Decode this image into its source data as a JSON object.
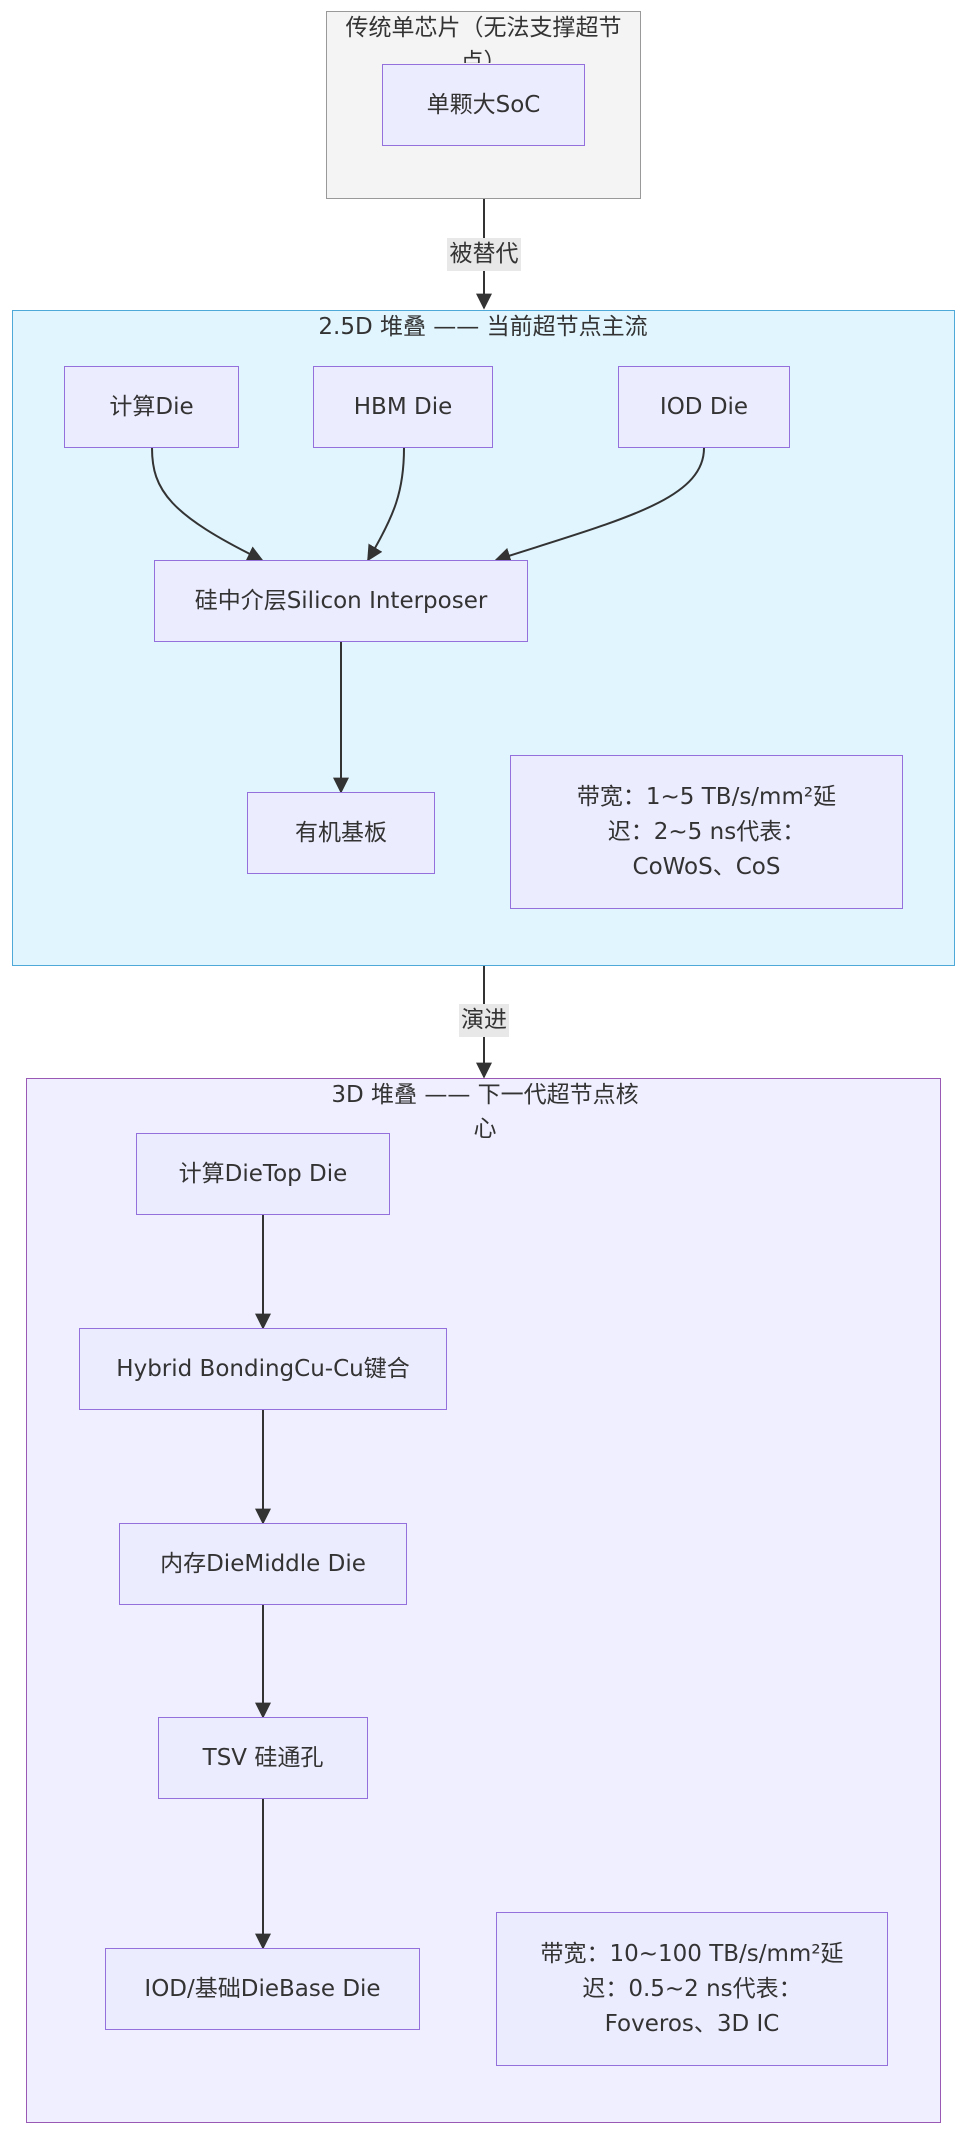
{
  "clusters": {
    "traditional": {
      "title": "传统单芯片（无法支撑超节点）",
      "fill": "#f4f4f4",
      "stroke": "#999999"
    },
    "stack25d": {
      "title": "2.5D 堆叠 —— 当前超节点主流",
      "fill": "#e1f5fe",
      "stroke": "#4ea8d8"
    },
    "stack3d": {
      "title": "3D 堆叠 —— 下一代超节点核心",
      "fill": "#efefff",
      "stroke": "#9b59b6"
    }
  },
  "nodes": {
    "soc": "单颗大SoC",
    "compute_die": "计算Die",
    "hbm_die": "HBM Die",
    "iod_die": "IOD Die",
    "interposer": "硅中介层Silicon Interposer",
    "substrate": "有机基板",
    "note_25d": "带宽：1~5 TB/s/mm²延迟：2~5 ns代表：CoWoS、CoS",
    "top_die": "计算DieTop Die",
    "hybrid_bonding": "Hybrid BondingCu-Cu键合",
    "middle_die": "内存DieMiddle Die",
    "tsv": "TSV 硅通孔",
    "base_die": "IOD/基础DieBase Die",
    "note_3d": "带宽：10~100 TB/s/mm²延迟：0.5~2 ns代表：Foveros、3D IC"
  },
  "edge_labels": {
    "replaced": "被替代",
    "evolves": "演进"
  },
  "colors": {
    "node_fill": "#ECECFF",
    "node_stroke": "#9370DB",
    "edge": "#333333",
    "label_bg": "#e8e8e8"
  }
}
